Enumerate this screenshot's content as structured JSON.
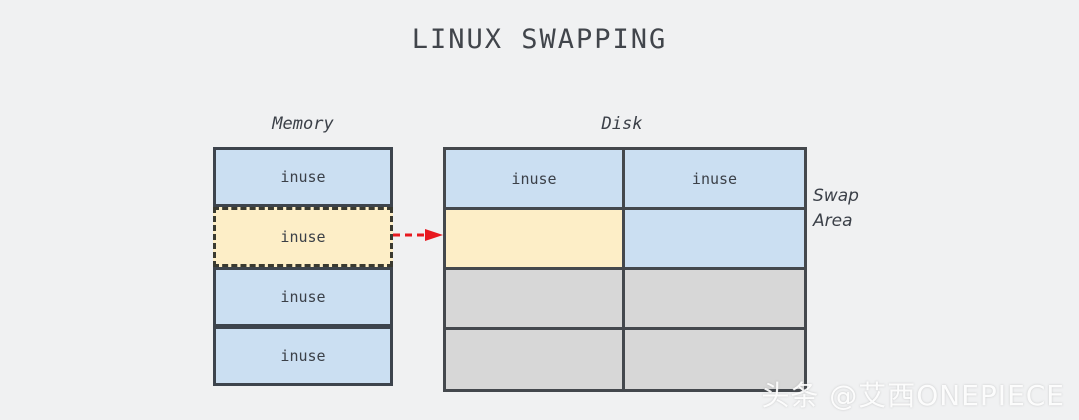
{
  "page": {
    "title": "LINUX SWAPPING",
    "background_color": "#f0f1f2"
  },
  "colors": {
    "inuse_blue": "#cbdff2",
    "highlight_yellow": "#fdeec7",
    "free_gray": "#d7d7d7",
    "border_dark": "#44484d",
    "arrow_red": "#e8191f",
    "text_dark": "#3b4048"
  },
  "memory": {
    "caption": "Memory",
    "cells": [
      {
        "label": "inuse",
        "state": "inuse"
      },
      {
        "label": "inuse",
        "state": "swapping-out"
      },
      {
        "label": "inuse",
        "state": "inuse"
      },
      {
        "label": "inuse",
        "state": "inuse"
      }
    ]
  },
  "disk": {
    "caption": "Disk",
    "swap_area_label": "Swap\nArea",
    "cells": [
      {
        "label": "inuse",
        "state": "inuse"
      },
      {
        "label": "inuse",
        "state": "inuse"
      },
      {
        "label": "",
        "state": "swapped-in"
      },
      {
        "label": "",
        "state": "inuse"
      },
      {
        "label": "",
        "state": "free"
      },
      {
        "label": "",
        "state": "free"
      },
      {
        "label": "",
        "state": "free"
      },
      {
        "label": "",
        "state": "free"
      }
    ]
  },
  "arrow": {
    "name": "swap-out-arrow",
    "direction": "right",
    "style": "dashed",
    "color": "#e8191f"
  },
  "watermark": {
    "text": "头条 @艾西ONEPIECE"
  }
}
